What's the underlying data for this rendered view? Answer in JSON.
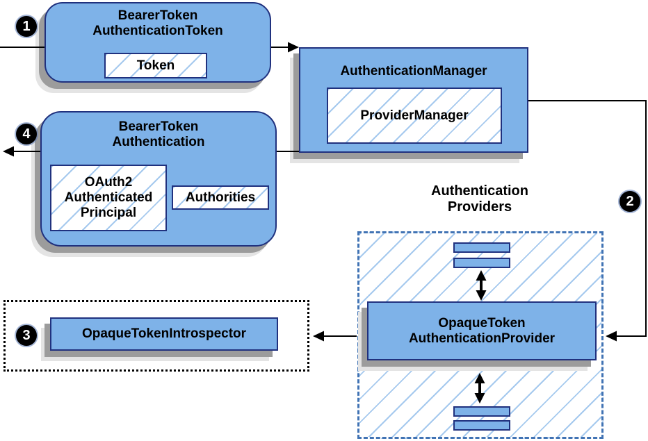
{
  "badges": [
    {
      "label": "1"
    },
    {
      "label": "2"
    },
    {
      "label": "3"
    },
    {
      "label": "4"
    }
  ],
  "boxes": {
    "bearer_token_authentication_token": {
      "title": "BearerToken\nAuthenticationToken",
      "token_label": "Token"
    },
    "authentication_manager": {
      "title": "AuthenticationManager",
      "provider_manager_label": "ProviderManager"
    },
    "bearer_token_authentication": {
      "title": "BearerToken\nAuthentication",
      "principal_label": "OAuth2\nAuthenticated\nPrincipal",
      "authorities_label": "Authorities"
    },
    "authentication_providers": {
      "heading": "Authentication\nProviders",
      "provider_label": "OpaqueToken\nAuthenticationProvider"
    },
    "introspector": {
      "label": "OpaqueTokenIntrospector"
    }
  },
  "colors": {
    "box_fill": "#7EB2E8",
    "box_border": "#20317E",
    "hatch_line": "#A5C9EE",
    "dashed_border": "#4173B4",
    "dotted_border": "#000000",
    "shadow": "#9C9C9C",
    "shadow_light": "#E4E4E4",
    "arrow": "#000000",
    "badge_bg": "#000000",
    "badge_text": "#FFFFFF"
  }
}
